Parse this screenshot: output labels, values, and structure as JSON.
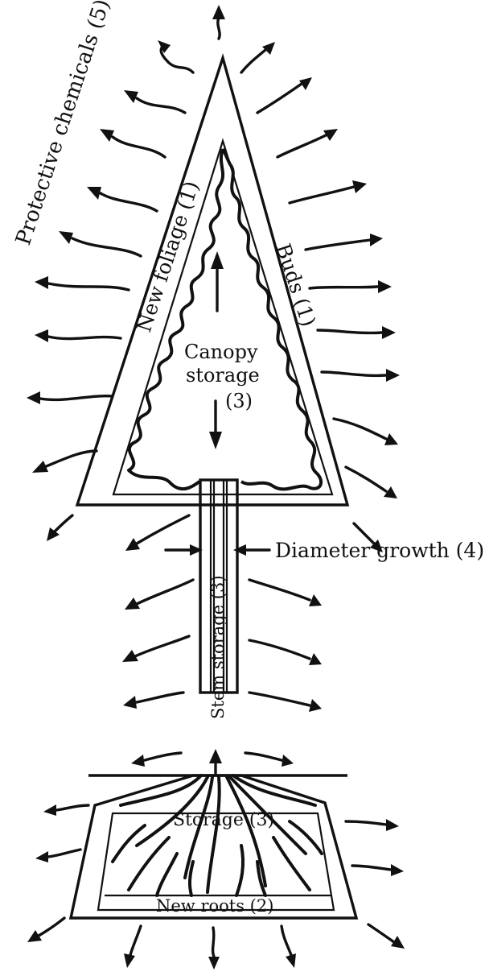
{
  "labels": {
    "protective_chemicals": "Protective chemicals (5)",
    "new_foliage": "New foliage (1)",
    "buds": "Buds (1)",
    "canopy_line1": "Canopy",
    "canopy_line2": "storage",
    "canopy_line3": "(3)",
    "diameter_growth": "Diameter growth (4)",
    "stem_storage": "Stem storage (3)",
    "storage": "Storage (3)",
    "new_roots": "New roots (2)"
  }
}
